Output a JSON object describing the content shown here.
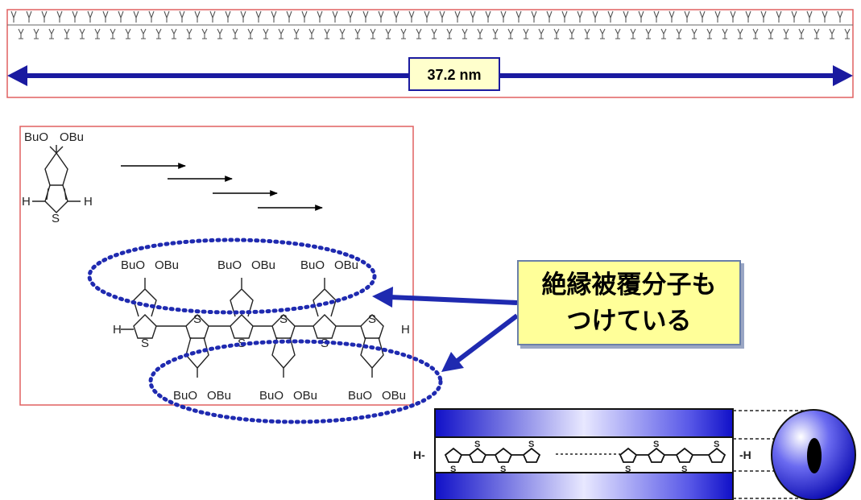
{
  "length_label": "37.2 nm",
  "substituent_top_left": "BuO",
  "substituent_top_right": "OBu",
  "h_atom": "H",
  "s_atom": "S",
  "oligomer_substituents": [
    {
      "left": "BuO",
      "right": "OBu"
    },
    {
      "left": "BuO",
      "right": "OBu"
    },
    {
      "left": "BuO",
      "right": "OBu"
    },
    {
      "left": "BuO",
      "right": "OBu"
    },
    {
      "left": "BuO",
      "right": "OBu"
    },
    {
      "left": "BuO",
      "right": "OBu"
    }
  ],
  "note": {
    "line1": "絶縁被覆分子も",
    "line2": "つけている"
  },
  "wire_end_left": "H-",
  "wire_end_right": "-H",
  "colors": {
    "frame": "#e06060",
    "arrow": "#1a1aa0",
    "dotted": "#1f2ab0",
    "note_bg": "#ffff99",
    "cylinder": "#2a2fd0"
  }
}
